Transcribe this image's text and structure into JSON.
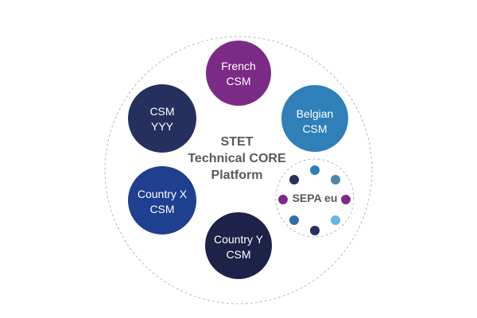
{
  "core": {
    "line1": "STET",
    "line2": "Technical CORE",
    "line3": "Platform"
  },
  "nodes": {
    "french": {
      "line1": "French",
      "line2": "CSM",
      "color": "#7b2a85"
    },
    "belgian": {
      "line1": "Belgian",
      "line2": "CSM",
      "color": "#2f7fb8"
    },
    "csm_yyy": {
      "line1": "CSM",
      "line2": "YYY",
      "color": "#26305e"
    },
    "country_x": {
      "line1": "Country X",
      "line2": "CSM",
      "color": "#1f3f8f"
    },
    "country_y": {
      "line1": "Country Y",
      "line2": "CSM",
      "color": "#1e2148"
    }
  },
  "sepa": {
    "label": "SEPA eu",
    "dot_colors": [
      "#7b2a85",
      "#2f7fb8",
      "#4f86a6",
      "#7b2a85",
      "#61b7e3",
      "#26305e",
      "#2f6fa8",
      "#7b2a85",
      "#26305e"
    ]
  },
  "colors": {
    "dashed_border": "#b8b8b8",
    "core_text": "#58595b"
  }
}
